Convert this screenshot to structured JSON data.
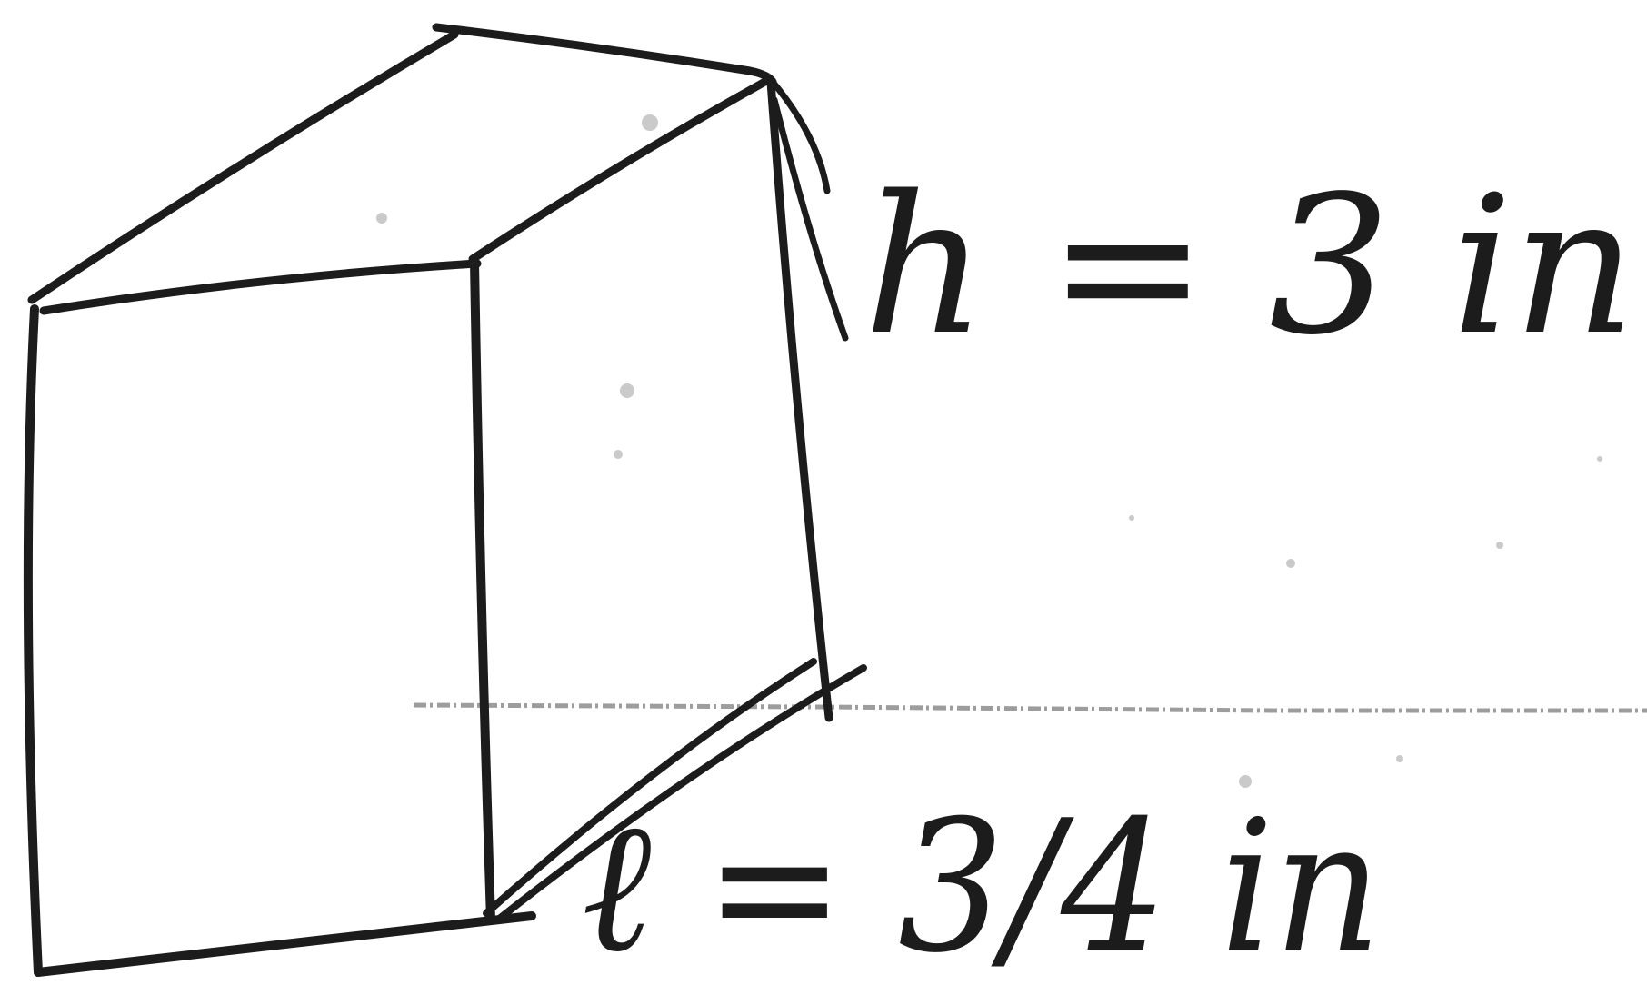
{
  "diagram": {
    "shape": "rectangular prism",
    "labels": {
      "height": "h = 3 in",
      "length": "ℓ = 3/4 in"
    },
    "colors": {
      "ink": "#1c1c1c",
      "paper": "#ffffff",
      "ruled_line": "#8c8c8c"
    }
  }
}
